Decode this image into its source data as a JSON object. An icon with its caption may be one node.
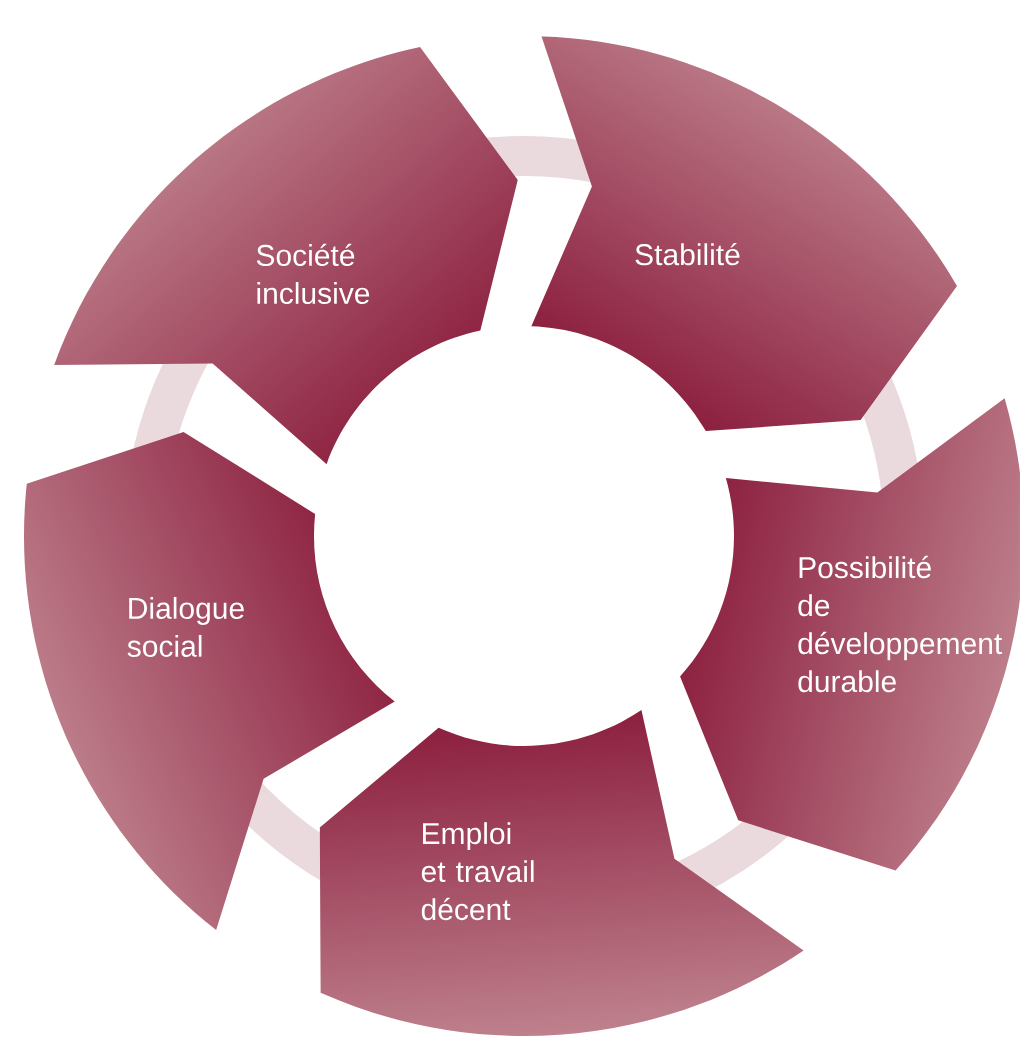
{
  "diagram": {
    "nodes": [
      {
        "text": [
          "Société inclusive"
        ]
      },
      {
        "text": [
          "Stabilité"
        ]
      },
      {
        "text": [
          "Possibilité de développement durable"
        ]
      },
      {
        "text": [
          "Emploi et travail décent"
        ]
      },
      {
        "text": [
          "Dialogue social"
        ]
      }
    ]
  }
}
